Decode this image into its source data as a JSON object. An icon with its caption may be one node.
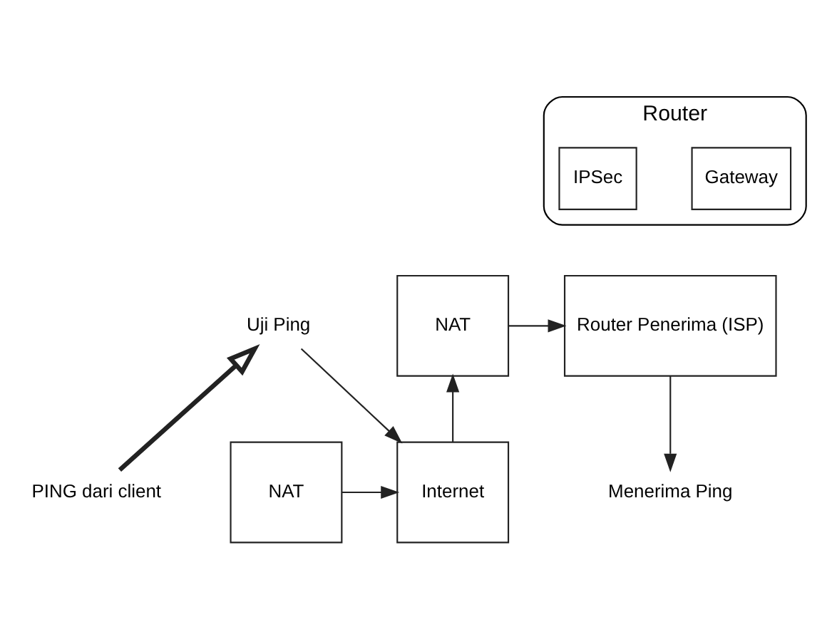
{
  "diagram": {
    "nodes": [
      {
        "text": [
          "Router"
        ]
      },
      {
        "text": [
          "Gateway"
        ],
        "in": 0
      },
      {
        "text": [
          "IPSec"
        ],
        "in": 0
      },
      {
        "text": [
          "NAT"
        ]
      },
      {
        "text": [
          "Internet"
        ]
      },
      {
        "text": [
          "NAT"
        ]
      },
      {
        "text": [
          "Router Penerima (ISP)"
        ]
      },
      {
        "text": [
          "Menerima Ping"
        ]
      },
      {
        "text": [
          "PING dari client"
        ]
      },
      {
        "text": [
          "Uji Ping"
        ]
      }
    ],
    "edges": [
      {
        "from": 3,
        "to": 4,
        "arrow": "to"
      },
      {
        "from": 4,
        "to": 5,
        "arrow": "to"
      },
      {
        "from": 5,
        "to": 6,
        "arrow": "to"
      },
      {
        "from": 6,
        "to": 7,
        "arrow": "to"
      },
      {
        "from": 9,
        "to": 4,
        "arrow": "to"
      },
      {
        "from": 8,
        "to": 9,
        "arrow": "to",
        "style": "thick"
      }
    ]
  }
}
